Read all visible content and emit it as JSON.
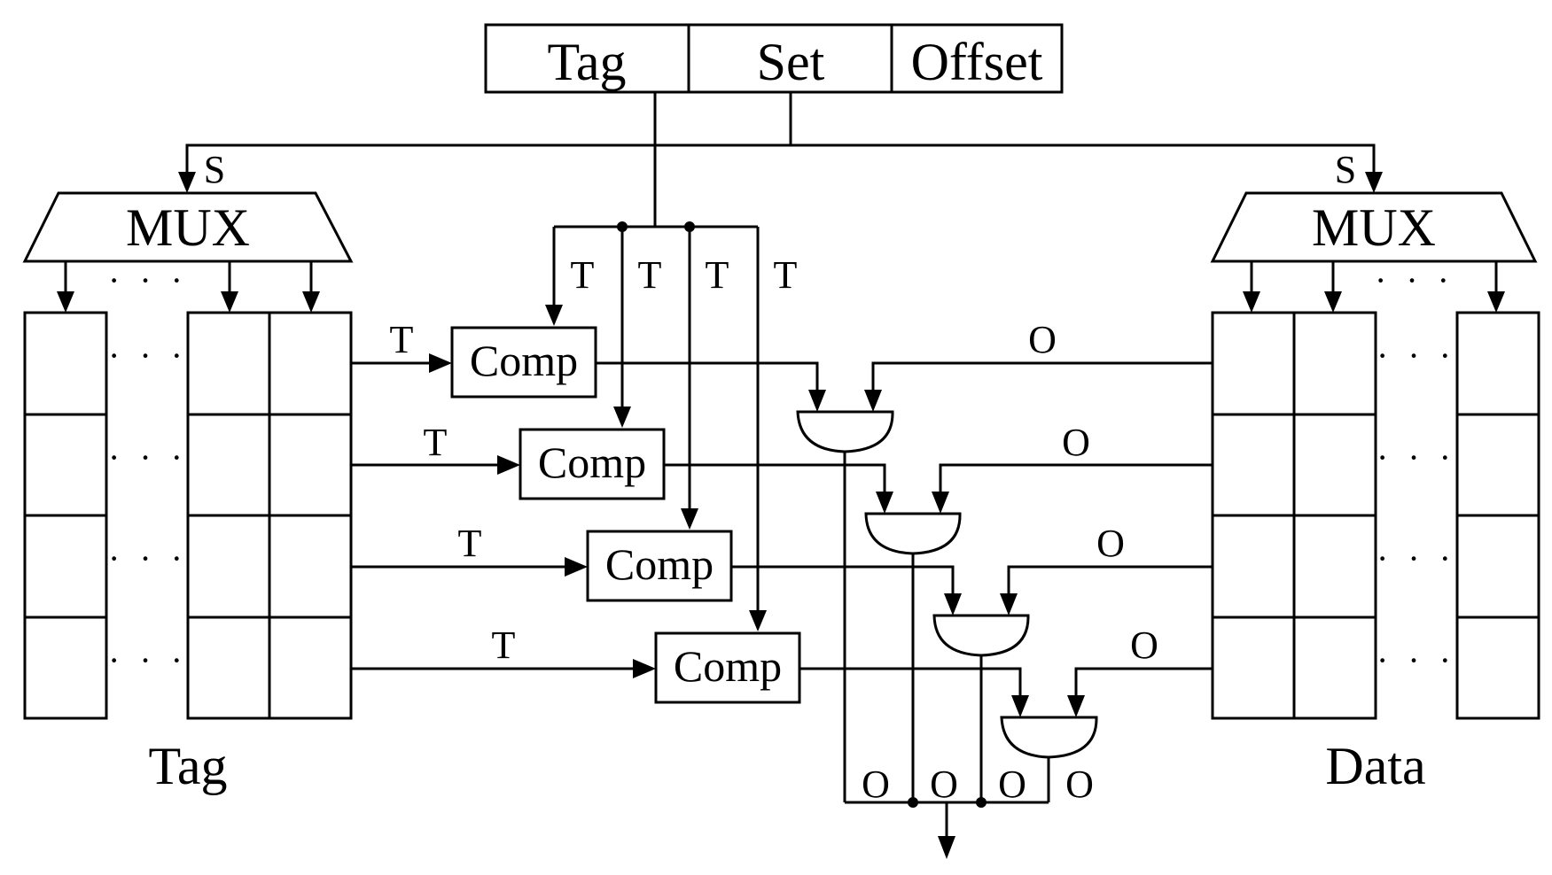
{
  "address": {
    "fields": [
      "Tag",
      "Set",
      "Offset"
    ]
  },
  "mux": {
    "label": "MUX",
    "select_label": "S"
  },
  "comparator": {
    "label": "Comp"
  },
  "signals": {
    "tag": "T",
    "offset": "O",
    "select": "S"
  },
  "arrays": {
    "tag_label": "Tag",
    "data_label": "Data"
  },
  "ellipsis": "· · ·",
  "counts": {
    "comparators": 4,
    "rows": 4
  }
}
